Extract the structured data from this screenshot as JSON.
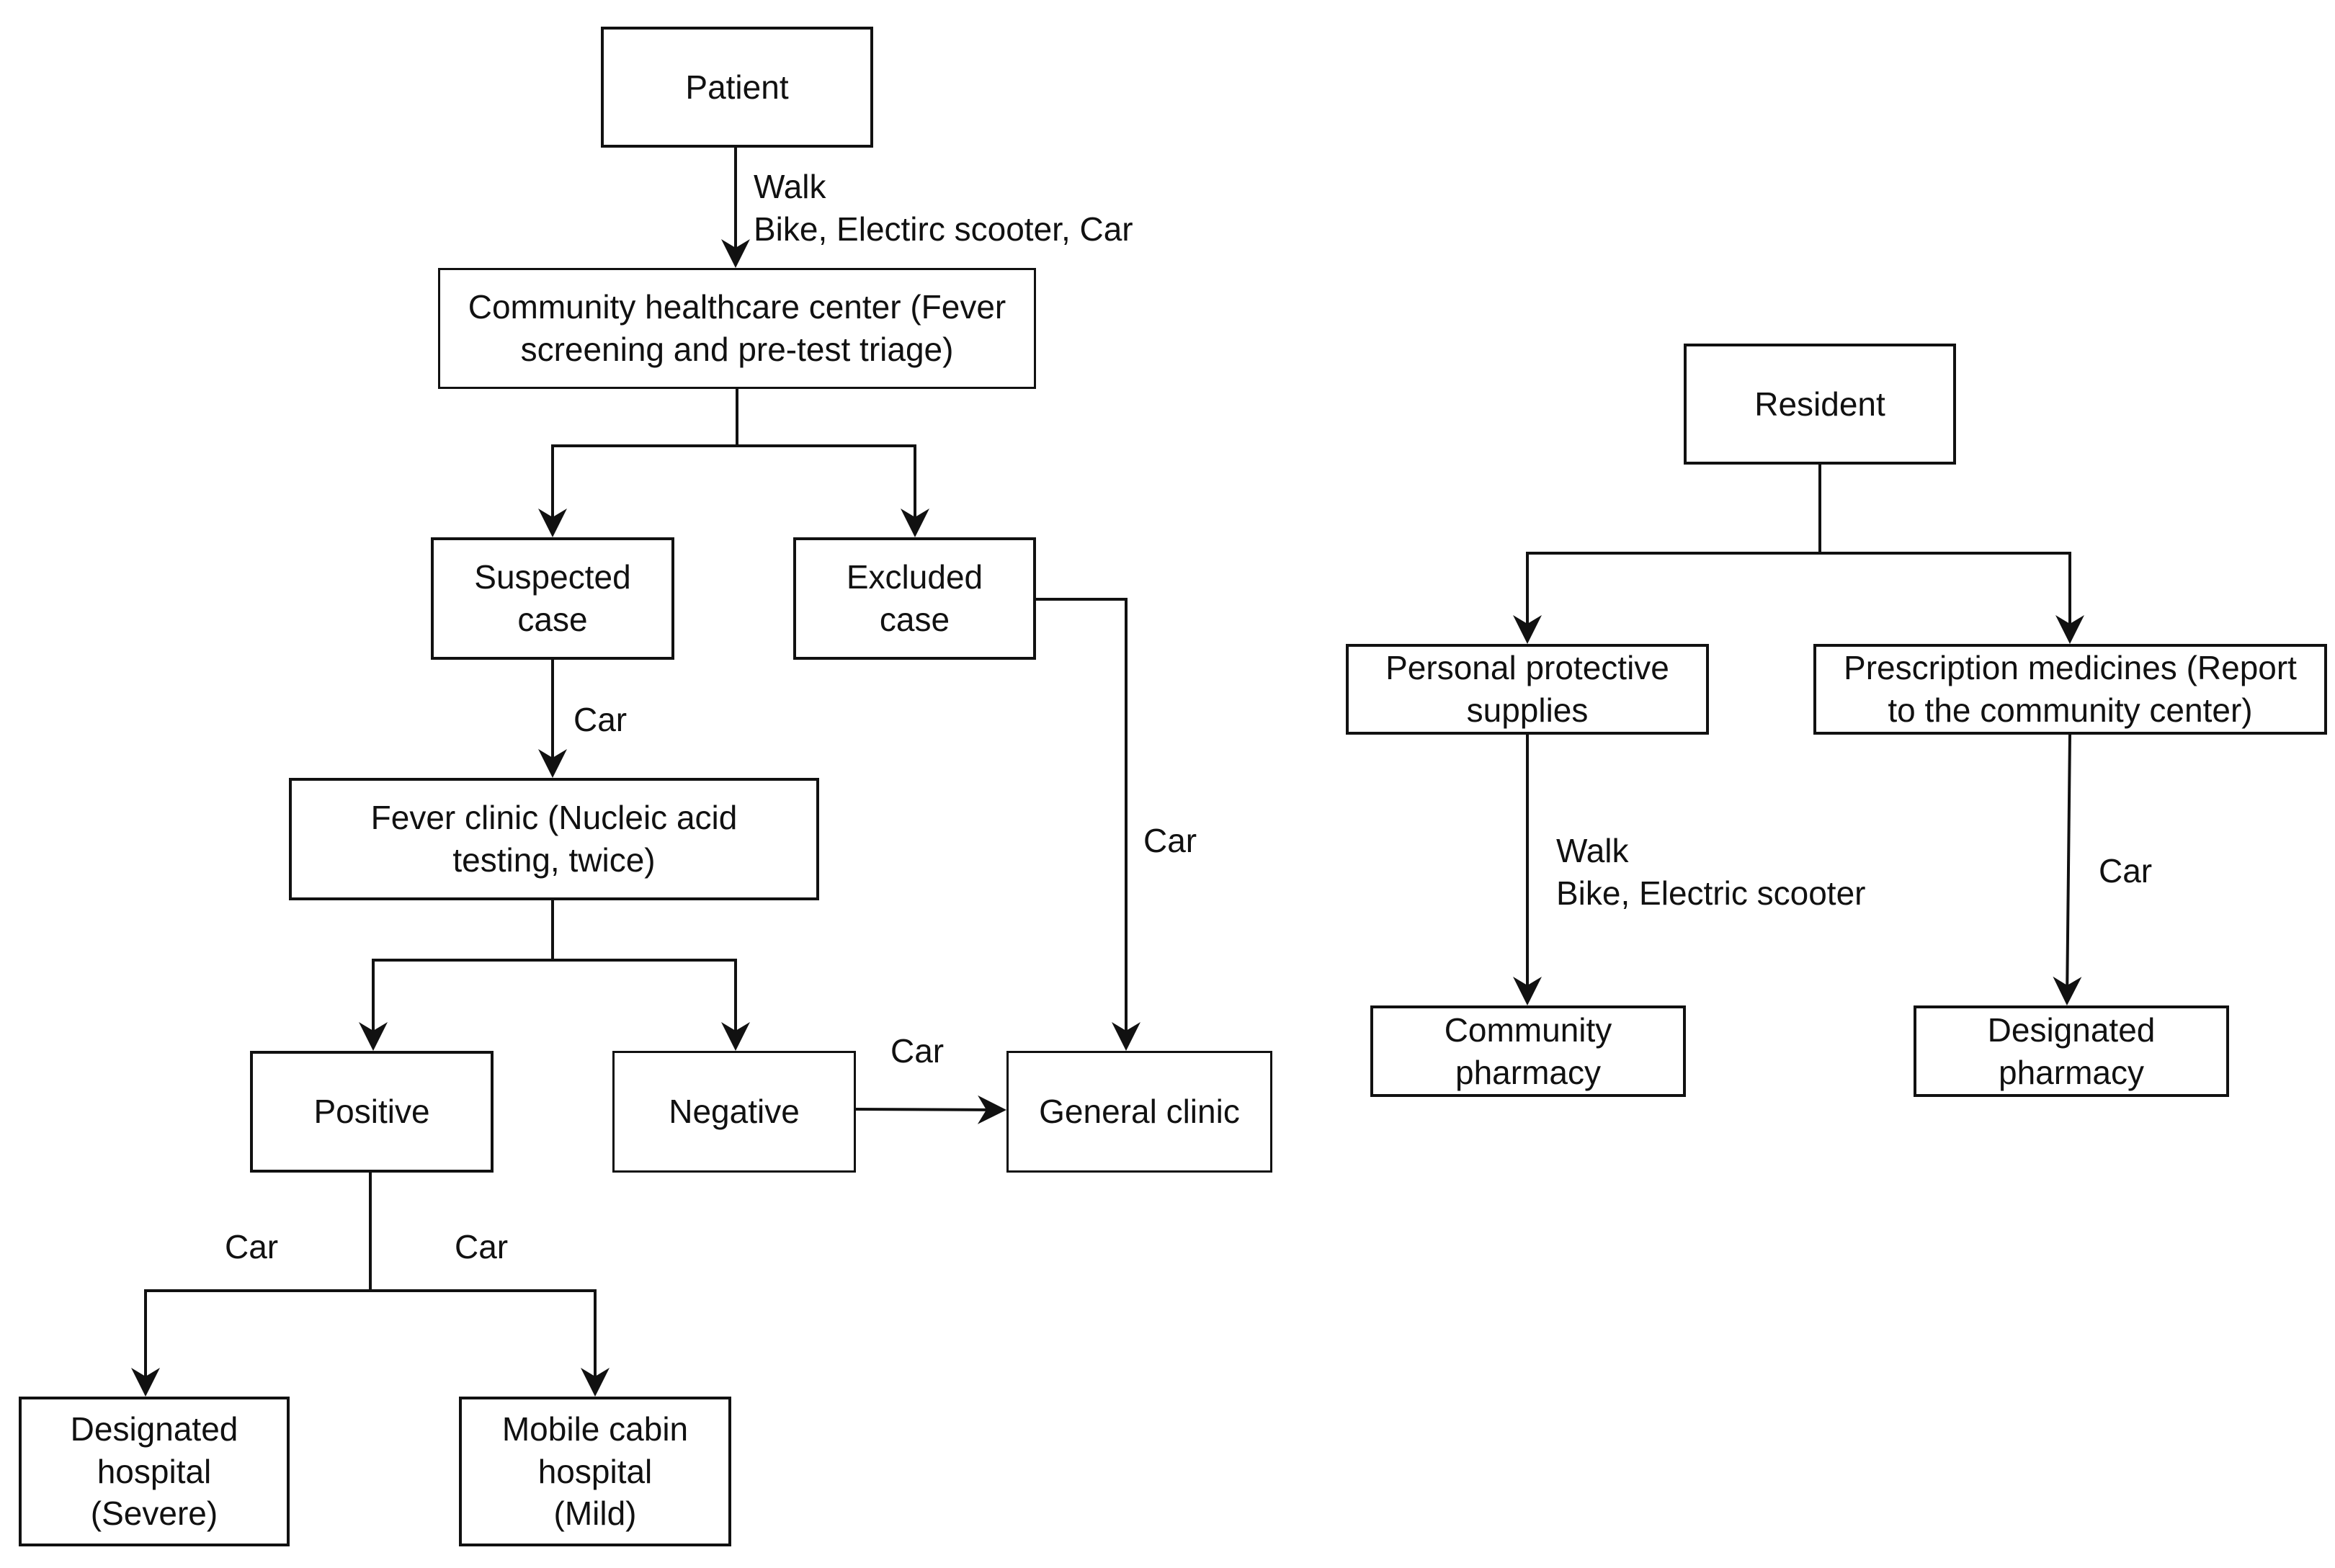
{
  "nodes": {
    "patient": [
      "Patient"
    ],
    "community_center": [
      "Community healthcare center (Fever",
      "screening and pre-test triage)"
    ],
    "suspected": [
      "Suspected",
      "case"
    ],
    "excluded": [
      "Excluded",
      "case"
    ],
    "fever_clinic": [
      "Fever clinic (Nucleic acid",
      "testing, twice)"
    ],
    "positive": [
      "Positive"
    ],
    "negative": [
      "Negative"
    ],
    "general_clinic": [
      "General clinic"
    ],
    "designated_hospital": [
      "Designated",
      "hospital",
      "(Severe)"
    ],
    "mobile_cabin": [
      "Mobile cabin",
      "hospital",
      "(Mild)"
    ],
    "resident": [
      "Resident"
    ],
    "ppe": [
      "Personal protective",
      "supplies"
    ],
    "prescription": [
      "Prescription medicines (Report",
      "to the community center)"
    ],
    "community_pharmacy": [
      "Community",
      "pharmacy"
    ],
    "designated_pharmacy": [
      "Designated",
      "pharmacy"
    ]
  },
  "edge_labels": {
    "patient_to_center": [
      "Walk",
      "Bike, Electirc scooter, Car"
    ],
    "suspected_to_fever": [
      "Car"
    ],
    "excluded_to_general": [
      "Car"
    ],
    "negative_to_general": [
      "Car"
    ],
    "positive_to_designated": [
      "Car"
    ],
    "positive_to_mobile": [
      "Car"
    ],
    "ppe_to_pharmacy": [
      "Walk",
      "Bike, Electric scooter"
    ],
    "prescription_to_pharmacy": [
      "Car"
    ]
  },
  "colors": {
    "line": "#111111",
    "background": "#ffffff"
  }
}
